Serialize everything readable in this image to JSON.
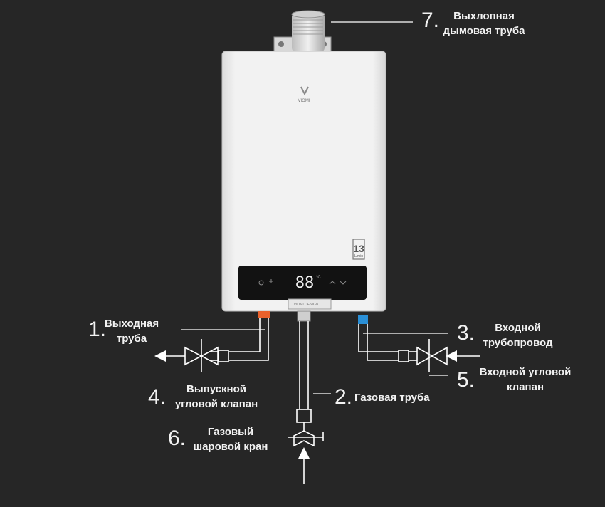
{
  "callouts": [
    {
      "id": "c7",
      "number": "7.",
      "text_lines": [
        "Выхлопная",
        "дымовая труба"
      ]
    },
    {
      "id": "c1",
      "number": "1.",
      "text_lines": [
        "Выходная",
        "труба"
      ]
    },
    {
      "id": "c3",
      "number": "3.",
      "text_lines": [
        "Входной",
        "трубопровод"
      ]
    },
    {
      "id": "c4",
      "number": "4.",
      "text_lines": [
        "Выпускной",
        "угловой клапан"
      ]
    },
    {
      "id": "c2",
      "number": "2.",
      "text_lines": [
        "Газовая труба"
      ]
    },
    {
      "id": "c5",
      "number": "5.",
      "text_lines": [
        "Входной угловой",
        "клапан"
      ]
    },
    {
      "id": "c6",
      "number": "6.",
      "text_lines": [
        "Газовый",
        "шаровой кран"
      ]
    }
  ],
  "device": {
    "brand": "VIOMI",
    "display_value": "88",
    "display_unit": "°C",
    "badge": "13",
    "badge_sub": "L/min",
    "footer_label": "VIOMI DESIGN"
  },
  "colors": {
    "background": "#262626",
    "heater_body": "#efefef",
    "panel": "#121212",
    "hot_valve": "#e8612c",
    "cold_valve": "#2a8fd6",
    "lines": "#ffffff"
  }
}
